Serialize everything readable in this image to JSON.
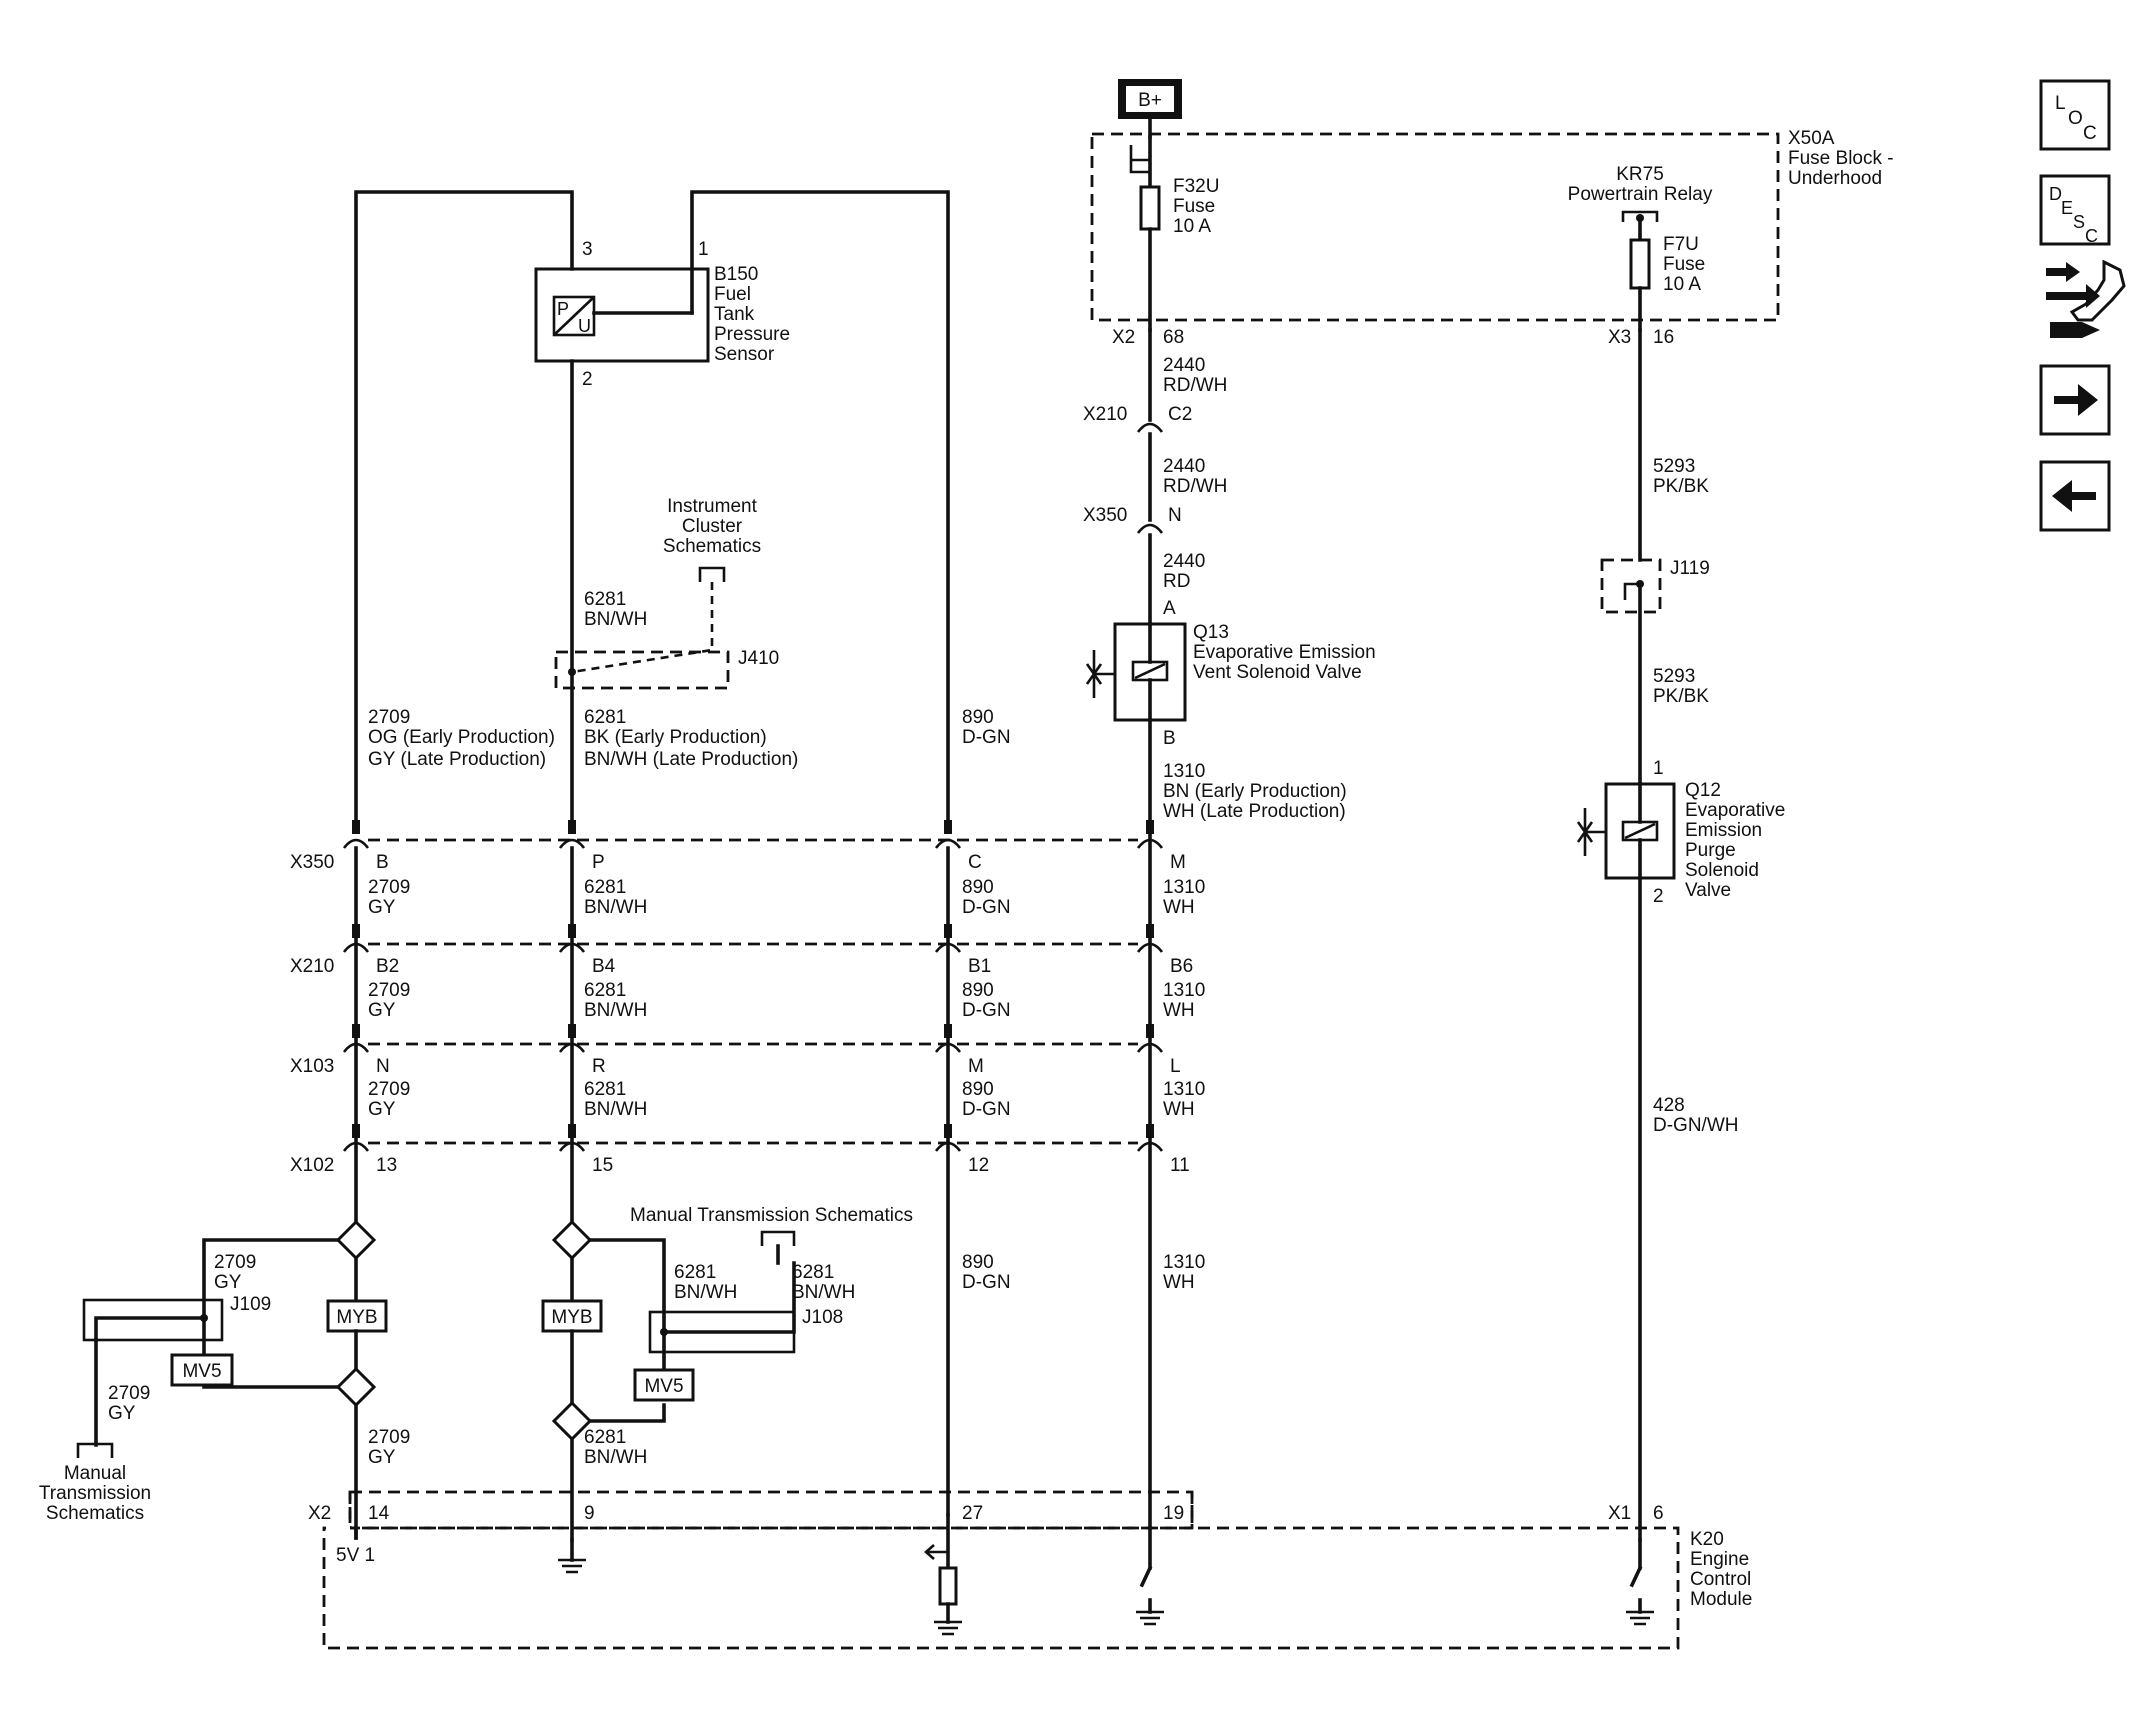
{
  "power": {
    "battery": "B+"
  },
  "fuse_block": {
    "id": "X50A",
    "name_line1": "Fuse Block -",
    "name_line2": "Underhood",
    "fuse1": {
      "id": "F32U",
      "type": "Fuse",
      "rating": "10 A"
    },
    "relay": {
      "id": "KR75",
      "name": "Powertrain Relay"
    },
    "fuse2": {
      "id": "F7U",
      "type": "Fuse",
      "rating": "10 A"
    },
    "conn_a": "X2",
    "pin_a": "68",
    "conn_b": "X3",
    "pin_b": "16"
  },
  "sensor": {
    "id": "B150",
    "l1": "Fuel",
    "l2": "Tank",
    "l3": "Pressure",
    "l4": "Sensor",
    "pin3": "3",
    "pin1": "1",
    "pin2": "2",
    "sym_p": "P",
    "sym_u": "U"
  },
  "instrument_ref": {
    "l1": "Instrument",
    "l2": "Cluster",
    "l3": "Schematics",
    "splice": "J410"
  },
  "wires": {
    "w6281_top": {
      "num": "6281",
      "color": "BN/WH"
    },
    "w2709_mid": {
      "num": "2709",
      "l1": "OG (Early Production)",
      "l2": "GY (Late Production)"
    },
    "w6281_mid": {
      "num": "6281",
      "l1": "BK (Early Production)",
      "l2": "BN/WH (Late Production)"
    },
    "w890_mid": {
      "num": "890",
      "color": "D-GN"
    },
    "w2440_a": {
      "num": "2440",
      "color": "RD/WH"
    },
    "w2440_b": {
      "num": "2440",
      "color": "RD/WH"
    },
    "w2440_c": {
      "num": "2440",
      "color": "RD"
    },
    "w1310_mid": {
      "num": "1310",
      "l1": "BN (Early Production)",
      "l2": "WH (Late Production)"
    },
    "w5293_a": {
      "num": "5293",
      "color": "PK/BK"
    },
    "w5293_b": {
      "num": "5293",
      "color": "PK/BK"
    },
    "w428": {
      "num": "428",
      "color": "D-GN/WH"
    }
  },
  "connectors_top": {
    "x210": "X210",
    "x210_pin": "C2",
    "x350": "X350",
    "x350_pin": "N"
  },
  "q13": {
    "id": "Q13",
    "l1": "Evaporative Emission",
    "l2": "Vent Solenoid Valve",
    "pin_a": "A",
    "pin_b": "B"
  },
  "q12": {
    "id": "Q12",
    "l1": "Evaporative",
    "l2": "Emission",
    "l3": "Purge",
    "l4": "Solenoid",
    "l5": "Valve",
    "pin1": "1",
    "pin2": "2"
  },
  "j119": "J119",
  "rows": [
    {
      "conn": "X350",
      "pins": [
        "B",
        "P",
        "C",
        "M"
      ],
      "wires": [
        [
          "2709",
          "GY"
        ],
        [
          "6281",
          "BN/WH"
        ],
        [
          "890",
          "D-GN"
        ],
        [
          "1310",
          "WH"
        ]
      ]
    },
    {
      "conn": "X210",
      "pins": [
        "B2",
        "B4",
        "B1",
        "B6"
      ],
      "wires": [
        [
          "2709",
          "GY"
        ],
        [
          "6281",
          "BN/WH"
        ],
        [
          "890",
          "D-GN"
        ],
        [
          "1310",
          "WH"
        ]
      ]
    },
    {
      "conn": "X103",
      "pins": [
        "N",
        "R",
        "M",
        "L"
      ],
      "wires": [
        [
          "2709",
          "GY"
        ],
        [
          "6281",
          "BN/WH"
        ],
        [
          "890",
          "D-GN"
        ],
        [
          "1310",
          "WH"
        ]
      ]
    },
    {
      "conn": "X102",
      "pins": [
        "13",
        "15",
        "12",
        "11"
      ]
    }
  ],
  "lower": {
    "manual_trans_ref": "Manual Transmission Schematics",
    "mt_left_l1": "Manual",
    "mt_left_l2": "Transmission",
    "mt_left_l3": "Schematics",
    "j109": "J109",
    "j108": "J108",
    "myb": "MYB",
    "mv5": "MV5",
    "w2709_j": [
      "2709",
      "GY"
    ],
    "w2709_mt": [
      "2709",
      "GY"
    ],
    "w2709_bot": [
      "2709",
      "GY"
    ],
    "w6281_j1": [
      "6281",
      "BN/WH"
    ],
    "w6281_j2": [
      "6281",
      "BN/WH"
    ],
    "w6281_bot": [
      "6281",
      "BN/WH"
    ],
    "w890_bot": [
      "890",
      "D-GN"
    ],
    "w1310_bot": [
      "1310",
      "WH"
    ]
  },
  "ecm": {
    "id": "K20",
    "l1": "Engine",
    "l2": "Control",
    "l3": "Module",
    "x2": "X2",
    "x1": "X1",
    "p14": "14",
    "p9": "9",
    "p27": "27",
    "p19": "19",
    "p6": "6",
    "v5": "5V 1"
  },
  "nav": {
    "loc": [
      "L",
      "O",
      "C"
    ],
    "desc": [
      "D",
      "E",
      "S",
      "C"
    ]
  }
}
